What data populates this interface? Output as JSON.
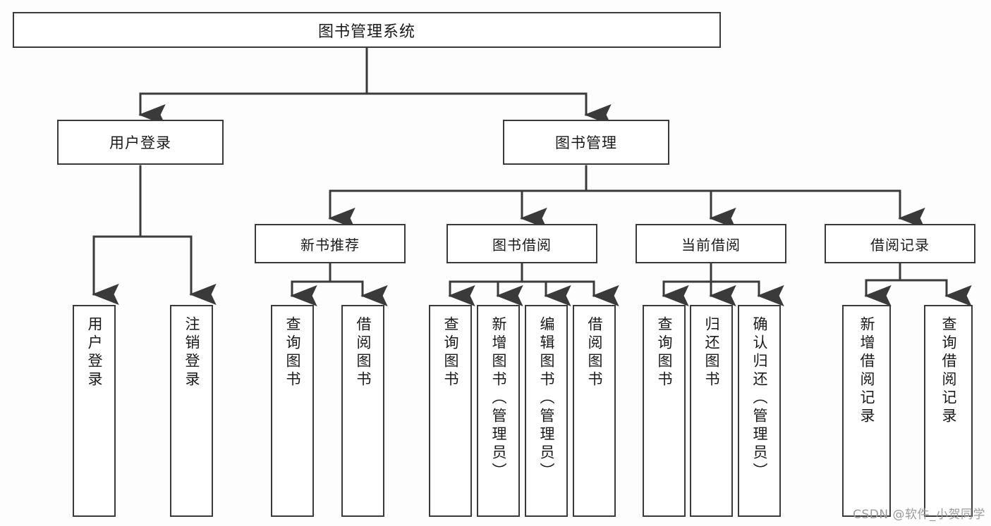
{
  "diagram": {
    "title": "图书管理系统",
    "type": "功能结构图",
    "style": {
      "background": "#fdfdfd",
      "box_fill": "#ffffff",
      "box_border": "#3a3a3a",
      "connector": "#3a3a3a",
      "text": "#1a1a1a",
      "watermark": "#9a9a9a"
    }
  },
  "root": {
    "label": "图书管理系统"
  },
  "level1": [
    {
      "label": "用户登录"
    },
    {
      "label": "图书管理"
    }
  ],
  "level2": [
    {
      "label": "新书推荐"
    },
    {
      "label": "图书借阅"
    },
    {
      "label": "当前借阅"
    },
    {
      "label": "借阅记录"
    }
  ],
  "leaves": {
    "user_login": [
      {
        "label": "用户登录"
      },
      {
        "label": "注销登录"
      }
    ],
    "new_book": [
      {
        "label": "查询图书"
      },
      {
        "label": "借阅图书"
      }
    ],
    "borrow_book": [
      {
        "label": "查询图书"
      },
      {
        "label": "新增图书（管理员）"
      },
      {
        "label": "编辑图书（管理员）"
      },
      {
        "label": "借阅图书"
      }
    ],
    "current_borrow": [
      {
        "label": "查询图书"
      },
      {
        "label": "归还图书"
      },
      {
        "label": "确认归还（管理员）"
      }
    ],
    "borrow_record": [
      {
        "label": "新增借阅记录"
      },
      {
        "label": "查询借阅记录"
      }
    ]
  },
  "watermark": {
    "text": "CSDN @软件_小贺同学"
  }
}
